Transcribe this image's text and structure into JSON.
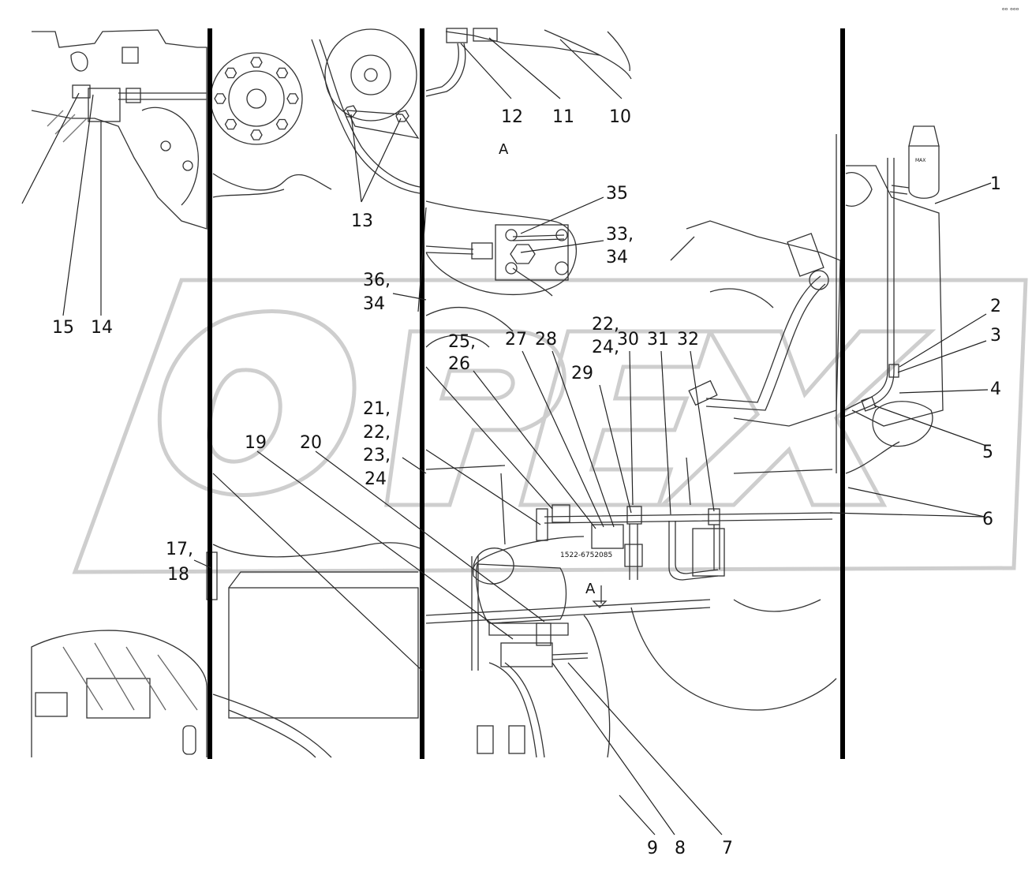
{
  "diagram": {
    "callouts": [
      {
        "id": "c1",
        "text": "1"
      },
      {
        "id": "c2",
        "text": "2"
      },
      {
        "id": "c3",
        "text": "3"
      },
      {
        "id": "c4",
        "text": "4"
      },
      {
        "id": "c5",
        "text": "5"
      },
      {
        "id": "c6",
        "text": "6"
      },
      {
        "id": "c7",
        "text": "7"
      },
      {
        "id": "c8",
        "text": "8"
      },
      {
        "id": "c9",
        "text": "9"
      },
      {
        "id": "c10",
        "text": "10"
      },
      {
        "id": "c11",
        "text": "11"
      },
      {
        "id": "c12",
        "text": "12"
      },
      {
        "id": "c13",
        "text": "13"
      },
      {
        "id": "c14",
        "text": "14"
      },
      {
        "id": "c15",
        "text": "15"
      },
      {
        "id": "c17a",
        "text": "17,"
      },
      {
        "id": "c17b",
        "text": "18"
      },
      {
        "id": "c19",
        "text": "19"
      },
      {
        "id": "c20",
        "text": "20"
      },
      {
        "id": "c21a",
        "text": "21,"
      },
      {
        "id": "c21b",
        "text": "22,"
      },
      {
        "id": "c21c",
        "text": "23,"
      },
      {
        "id": "c21d",
        "text": "24"
      },
      {
        "id": "c22a",
        "text": "22,"
      },
      {
        "id": "c22b",
        "text": "24,"
      },
      {
        "id": "c22c",
        "text": "29"
      },
      {
        "id": "c25a",
        "text": "25,"
      },
      {
        "id": "c25b",
        "text": "26"
      },
      {
        "id": "c27",
        "text": "27"
      },
      {
        "id": "c28",
        "text": "28"
      },
      {
        "id": "c30",
        "text": "30"
      },
      {
        "id": "c31",
        "text": "31"
      },
      {
        "id": "c32",
        "text": "32"
      },
      {
        "id": "c33a",
        "text": "33,"
      },
      {
        "id": "c33b",
        "text": "34"
      },
      {
        "id": "c35",
        "text": "35"
      },
      {
        "id": "c36a",
        "text": "36,"
      },
      {
        "id": "c36b",
        "text": "34"
      }
    ],
    "view_labels": {
      "view_a_top": "A",
      "view_a_arrow": "A"
    },
    "part_marking": "1522-6752085",
    "reservoir_marking": "MAX",
    "watermark_text": "OPEX",
    "corner_mark": "ᵒᵒ ᵒᵒᵒ",
    "colors": {
      "line": "#222222",
      "thin": "#555555",
      "divider": "#000000",
      "watermark": "#c8c8c8"
    }
  }
}
